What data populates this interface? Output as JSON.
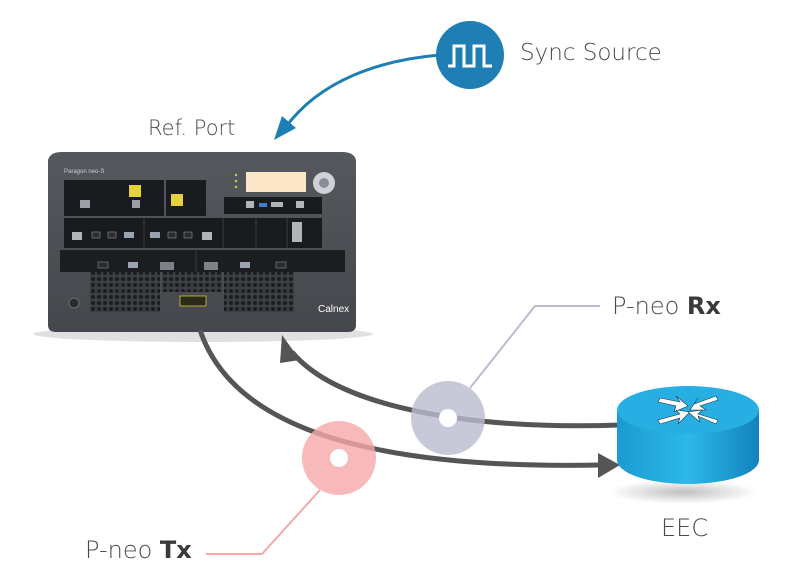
{
  "labels": {
    "sync_source": "Sync Source",
    "ref_port": "Ref. Port",
    "rx_prefix": "P-neo ",
    "rx_bold": "Rx",
    "tx_prefix": "P-neo ",
    "tx_bold": "Tx",
    "eec": "EEC"
  },
  "device": {
    "brand": "Calnex",
    "model": "Paragon neo-S"
  },
  "colors": {
    "sync_blue": "#1f7fb4",
    "router_blue": "#1aa6dc",
    "arrow_gray": "#555555",
    "rx_probe": "#b9bccf",
    "tx_probe": "#f6a8aa",
    "device_body": "#4a4d52"
  },
  "icons": {
    "sync": "square-wave-icon",
    "router": "router-arrows-icon",
    "device": "test-instrument"
  }
}
